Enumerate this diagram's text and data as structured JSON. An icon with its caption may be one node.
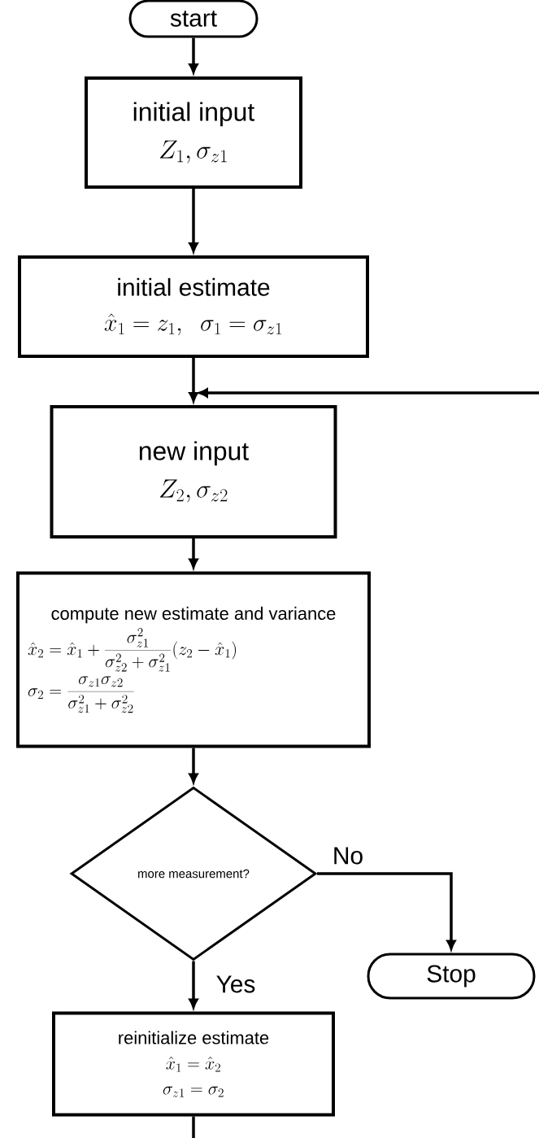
{
  "diagram": {
    "nodes": [
      {
        "text": [
          "start"
        ]
      },
      {
        "text": [
          "initial input",
          "Z_1,\\sigma_{z1}"
        ]
      },
      {
        "text": [
          "initial estimate",
          "\\hat{x}_1 = z_1,\\ \\ \\sigma_1 = \\sigma_{z1}"
        ]
      },
      {
        "text": [
          "new input",
          "Z_2, \\sigma_{z2}"
        ]
      },
      {
        "text": [
          "compute new estimate and variance",
          "\\hat{x}_2 = \\hat{x}_1 + \\frac{\\sigma_{z1}^2}{\\sigma_{z2}^2 + \\sigma_{z1}^2}(z_2 - \\hat{x}_1)",
          "\\sigma_2 = \\frac{\\sigma_{z1}\\sigma_{z2}}{\\sigma_{z1}^2 + \\sigma_{z2}^2}"
        ]
      },
      {
        "text": [
          "more measurement?"
        ]
      },
      {
        "text": [
          "Stop"
        ]
      },
      {
        "text": [
          "reinitialize estimate",
          "\\hat{x}_1 = \\hat{x}_2",
          "\\sigma_{z1} = \\sigma_2"
        ]
      }
    ],
    "edges": [
      {
        "from": 0,
        "to": 1,
        "arrow": "to"
      },
      {
        "from": 1,
        "to": 2,
        "arrow": "to"
      },
      {
        "from": 2,
        "to": 3,
        "arrow": "to"
      },
      {
        "from": 3,
        "to": 4,
        "arrow": "to"
      },
      {
        "from": 4,
        "to": 5,
        "arrow": "to"
      },
      {
        "from": 5,
        "to": 6,
        "label": "No",
        "arrow": "to"
      },
      {
        "from": 5,
        "to": 7,
        "label": "Yes",
        "arrow": "to"
      },
      {
        "from": 7,
        "to": null,
        "arrow": "none"
      },
      {
        "from": null,
        "to": 3,
        "arrow": "to"
      }
    ]
  }
}
